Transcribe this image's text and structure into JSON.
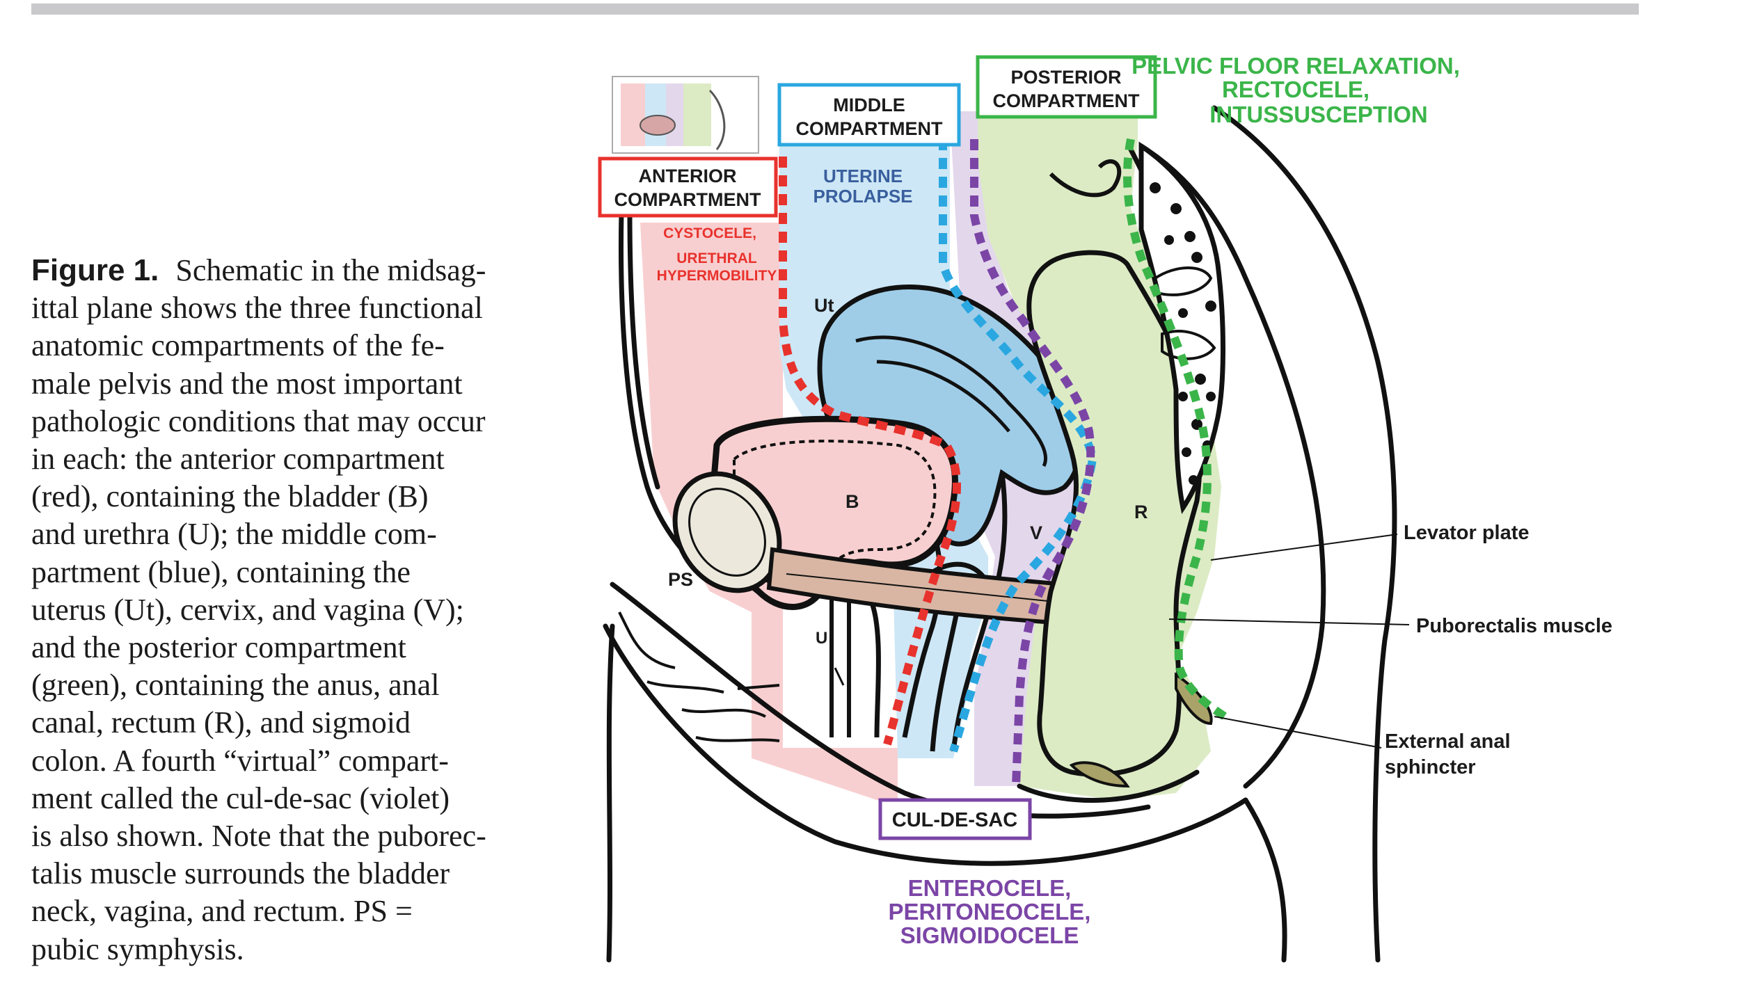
{
  "caption": {
    "label": "Figure 1.",
    "text": "Schematic in the midsagittal plane shows the three functional anatomic compartments of the female pelvis and the most important pathologic conditions that may occur in each: the anterior compartment (red), containing the bladder (B) and urethra (U); the middle compartment (blue), containing the uterus (Ut), cervix, and vagina (V); and the posterior compartment (green), containing the anus, anal canal, rectum (R), and sigmoid colon. A fourth “virtual” compartment called the cul-de-sac (violet) is also shown. Note that the puborectalis muscle surrounds the bladder neck, vagina, and rectum. PS = pubic symphysis.",
    "lines": [
      "Schematic in the midsag-",
      "ittal plane shows the three functional",
      "anatomic compartments of the fe-",
      "male pelvis and the most important",
      "pathologic conditions that may occur",
      "in each: the anterior compartment",
      "(red), containing the bladder (B)",
      "and urethra (U); the middle com-",
      "partment (blue), containing the",
      "uterus (Ut), cervix, and vagina (V);",
      "and the posterior compartment",
      "(green), containing the anus, anal",
      "canal, rectum (R), and sigmoid",
      "colon. A fourth “virtual” compart-",
      "ment called the cul-de-sac (violet)",
      "is also shown. Note that the puborec-",
      "talis muscle surrounds the bladder",
      "neck, vagina, and rectum. PS =",
      "pubic symphysis."
    ]
  },
  "compartments": {
    "anterior": {
      "box_line1": "ANTERIOR",
      "box_line2": "COMPARTMENT",
      "condition_line1": "CYSTOCELE,",
      "condition_line2": "URETHRAL",
      "condition_line3": "HYPERMOBILITY",
      "color": "#e8322d"
    },
    "middle": {
      "box_line1": "MIDDLE",
      "box_line2": "COMPARTMENT",
      "condition_line1": "UTERINE",
      "condition_line2": "PROLAPSE",
      "color": "#2aa7e0"
    },
    "posterior": {
      "box_line1": "POSTERIOR",
      "box_line2": "COMPARTMENT",
      "condition_line1": "PELVIC FLOOR RELAXATION,",
      "condition_line2": "RECTOCELE,",
      "condition_line3": "INTUSSUSCEPTION",
      "color": "#3bb54a"
    },
    "culdesac": {
      "box_label": "CUL-DE-SAC",
      "condition_line1": "ENTEROCELE,",
      "condition_line2": "PERITONEOCELE,",
      "condition_line3": "SIGMOIDOCELE",
      "color": "#7b45a6"
    }
  },
  "organs": {
    "uterus": "Ut",
    "bladder": "B",
    "pubic_symphysis": "PS",
    "urethra": "U",
    "vagina": "V",
    "rectum": "R"
  },
  "callouts": {
    "levator": "Levator plate",
    "puborectalis": "Puborectalis muscle",
    "anal_sphincter_line1": "External anal",
    "anal_sphincter_line2": "sphincter"
  },
  "colors": {
    "anterior_fill": "#f8cfd0",
    "middle_fill": "#cde7f6",
    "culdesac_fill": "#e3d7ec",
    "posterior_fill": "#dcebc4",
    "uterus_fill": "#9fcde8",
    "text": "#1b1b1b",
    "rule": "#c9c9cb"
  }
}
